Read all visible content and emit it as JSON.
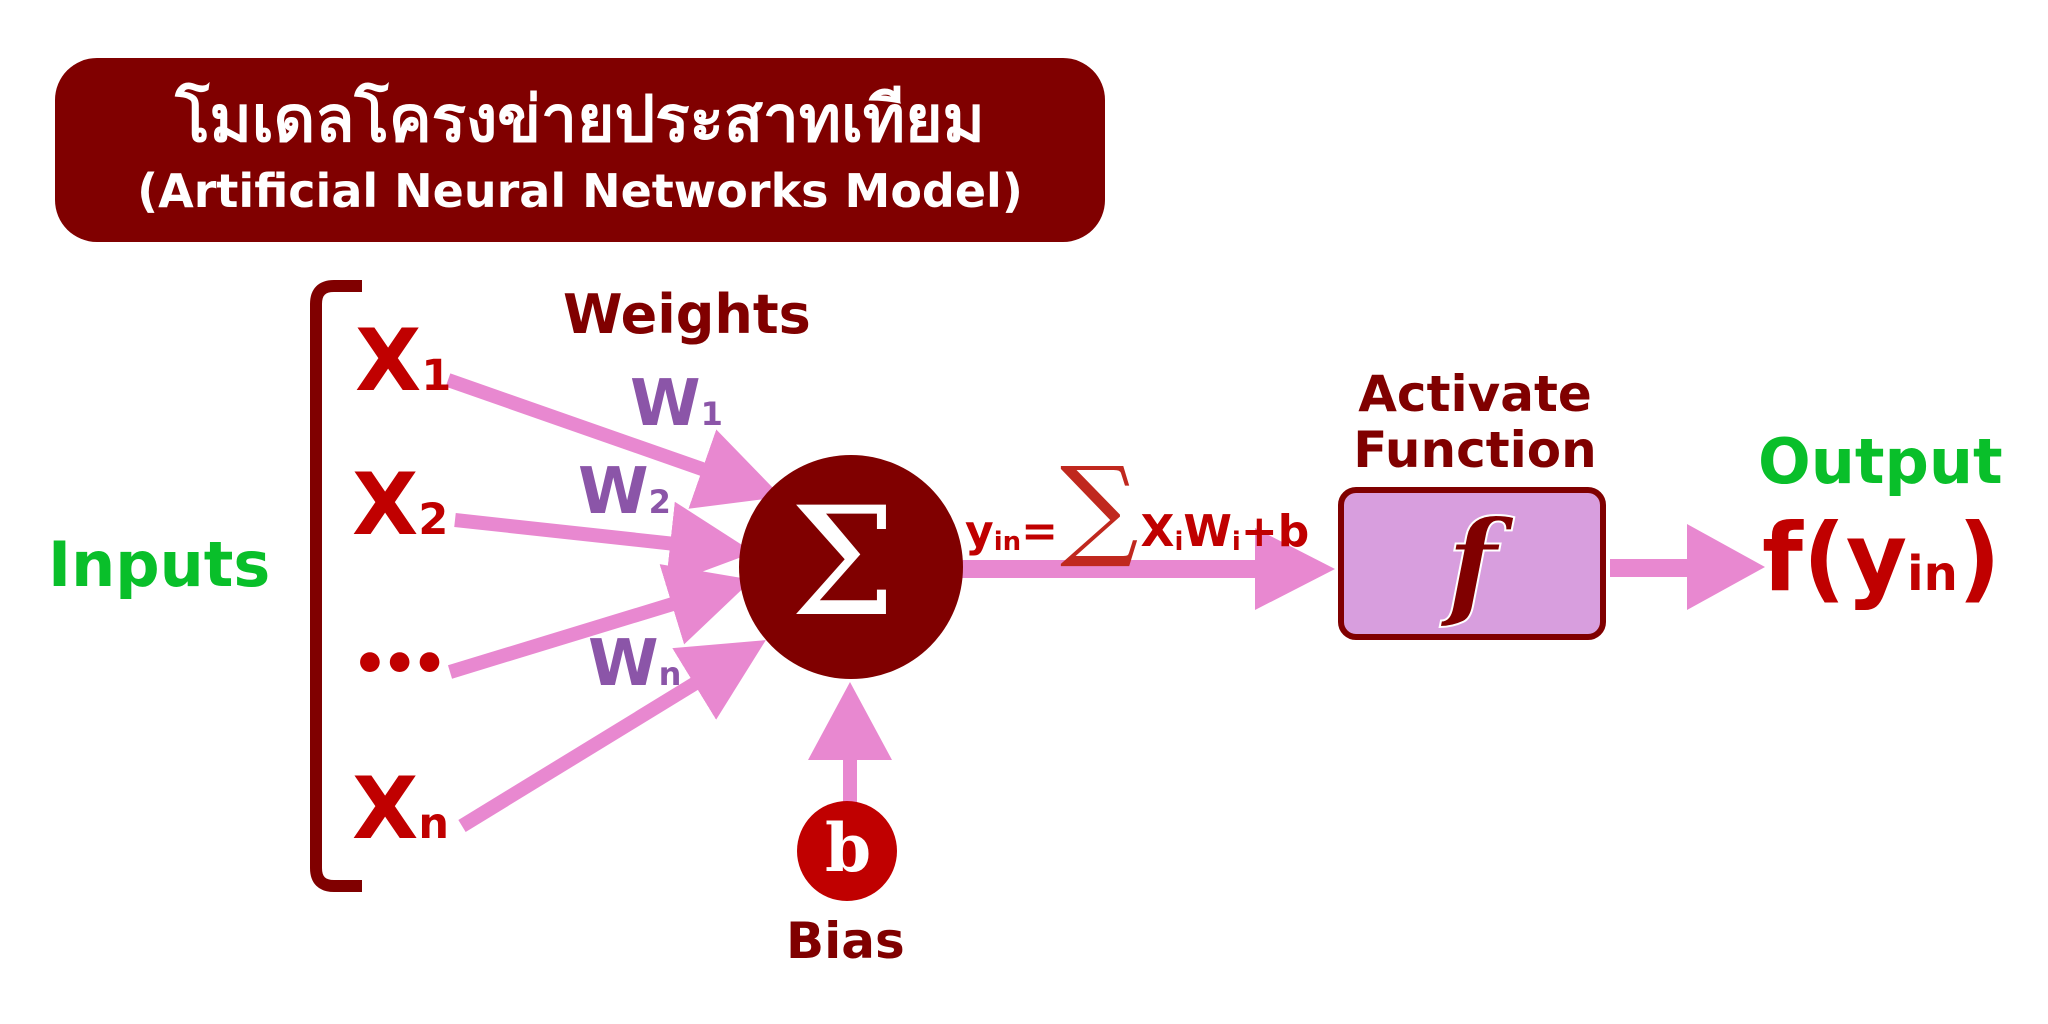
{
  "title": {
    "thai": "โมเดลโครงข่ายประสาทเทียม",
    "english": "(Artificial Neural Networks Model)"
  },
  "labels": {
    "inputs": "Inputs",
    "weights": "Weights",
    "activate_line1": "Activate",
    "activate_line2": "Function",
    "output": "Output",
    "bias": "Bias"
  },
  "inputs": [
    {
      "base": "X",
      "sub": "1"
    },
    {
      "base": "X",
      "sub": "2"
    },
    {
      "base": "•••",
      "sub": ""
    },
    {
      "base": "X",
      "sub": "n"
    }
  ],
  "weights": [
    {
      "base": "W",
      "sub": "1"
    },
    {
      "base": "W",
      "sub": "2"
    },
    {
      "base": "W",
      "sub": "n"
    }
  ],
  "summation": {
    "symbol": "Σ",
    "equation": {
      "lhs_base": "y",
      "lhs_sub": "in",
      "equals": "=",
      "sigma": "∑",
      "x": "X",
      "x_sub": "i",
      "w": "W",
      "w_sub": "i",
      "plus_b": "+b"
    }
  },
  "bias": {
    "symbol": "b"
  },
  "activation": {
    "symbol": "f"
  },
  "output": {
    "f": "f(",
    "y": "y",
    "sub": "in",
    "close": ")"
  },
  "colors": {
    "title_bg": "#800000",
    "dark_red": "#800000",
    "red": "#c00000",
    "green": "#09bf2a",
    "purple": "#8b55a8",
    "arrow_pink": "#e888d0",
    "box_fill": "#d89ede"
  }
}
